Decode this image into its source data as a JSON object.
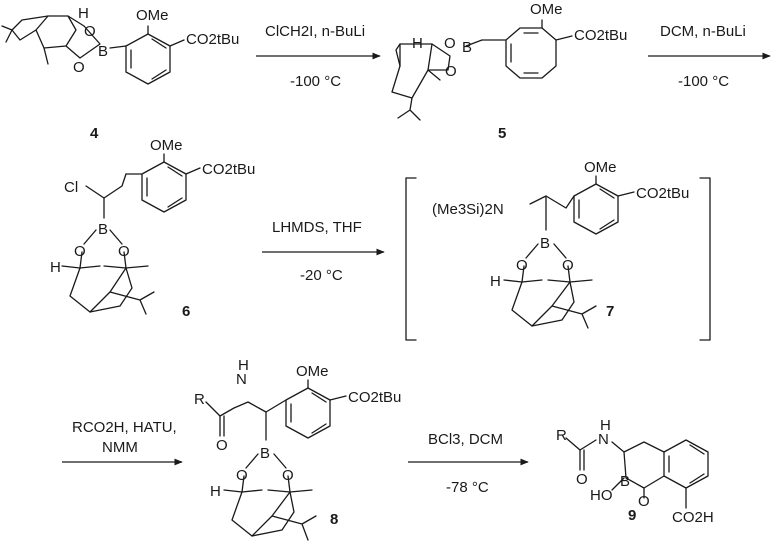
{
  "steps": [
    {
      "reagents": "ClCH2I, n-BuLi",
      "conditions": "-100 °C"
    },
    {
      "reagents": "DCM, n-BuLi",
      "conditions": "-100 °C"
    },
    {
      "reagents": "LHMDS, THF",
      "conditions": "-20 °C"
    },
    {
      "reagents_line1": "RCO2H, HATU,",
      "reagents_line2": "NMM"
    },
    {
      "reagents": "BCl3, DCM",
      "conditions": "-78 °C"
    }
  ],
  "compounds": {
    "c4": {
      "label": "4"
    },
    "c5": {
      "label": "5"
    },
    "c6": {
      "label": "6"
    },
    "c7": {
      "label": "7"
    },
    "c8": {
      "label": "8"
    },
    "c9": {
      "label": "9"
    }
  },
  "atoms": {
    "OMe": "OMe",
    "CO2tBu": "CO2tBu",
    "O": "O",
    "B": "B",
    "H": "H",
    "Cl": "Cl",
    "N": "N",
    "HO": "HO",
    "R": "R",
    "CO2H": "CO2H",
    "TMS2N": "(Me3Si)2N"
  }
}
